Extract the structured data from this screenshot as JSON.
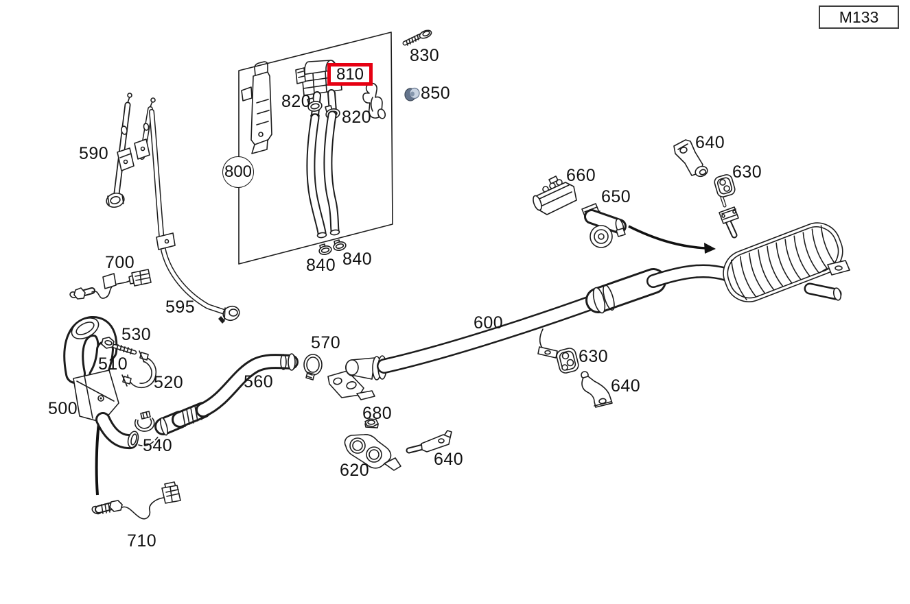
{
  "header": {
    "model_code": "M133"
  },
  "selection": {
    "selected_callout": "810",
    "box_color": "#e60012"
  },
  "palette": {
    "line": "#1c1c1c",
    "background": "#ffffff",
    "grommet_dark": "#64748c",
    "grommet_light": "#c9d4e2"
  },
  "callouts": [
    {
      "id": "callout-830",
      "text": "830"
    },
    {
      "id": "callout-810",
      "text": "810"
    },
    {
      "id": "callout-850",
      "text": "850"
    },
    {
      "id": "callout-820-a",
      "text": "820"
    },
    {
      "id": "callout-820-b",
      "text": "820"
    },
    {
      "id": "callout-800",
      "text": "800"
    },
    {
      "id": "callout-840-a",
      "text": "840"
    },
    {
      "id": "callout-840-b",
      "text": "840"
    },
    {
      "id": "callout-590",
      "text": "590"
    },
    {
      "id": "callout-700",
      "text": "700"
    },
    {
      "id": "callout-595",
      "text": "595"
    },
    {
      "id": "callout-530",
      "text": "530"
    },
    {
      "id": "callout-510",
      "text": "510"
    },
    {
      "id": "callout-520",
      "text": "520"
    },
    {
      "id": "callout-500",
      "text": "500"
    },
    {
      "id": "callout-540",
      "text": "540"
    },
    {
      "id": "callout-710",
      "text": "710"
    },
    {
      "id": "callout-560",
      "text": "560"
    },
    {
      "id": "callout-570",
      "text": "570"
    },
    {
      "id": "callout-600",
      "text": "600"
    },
    {
      "id": "callout-680",
      "text": "680"
    },
    {
      "id": "callout-620",
      "text": "620"
    },
    {
      "id": "callout-640-a",
      "text": "640"
    },
    {
      "id": "callout-630-a",
      "text": "630"
    },
    {
      "id": "callout-640-b",
      "text": "640"
    },
    {
      "id": "callout-660",
      "text": "660"
    },
    {
      "id": "callout-650",
      "text": "650"
    },
    {
      "id": "callout-640-c",
      "text": "640"
    },
    {
      "id": "callout-630-b",
      "text": "630"
    }
  ]
}
